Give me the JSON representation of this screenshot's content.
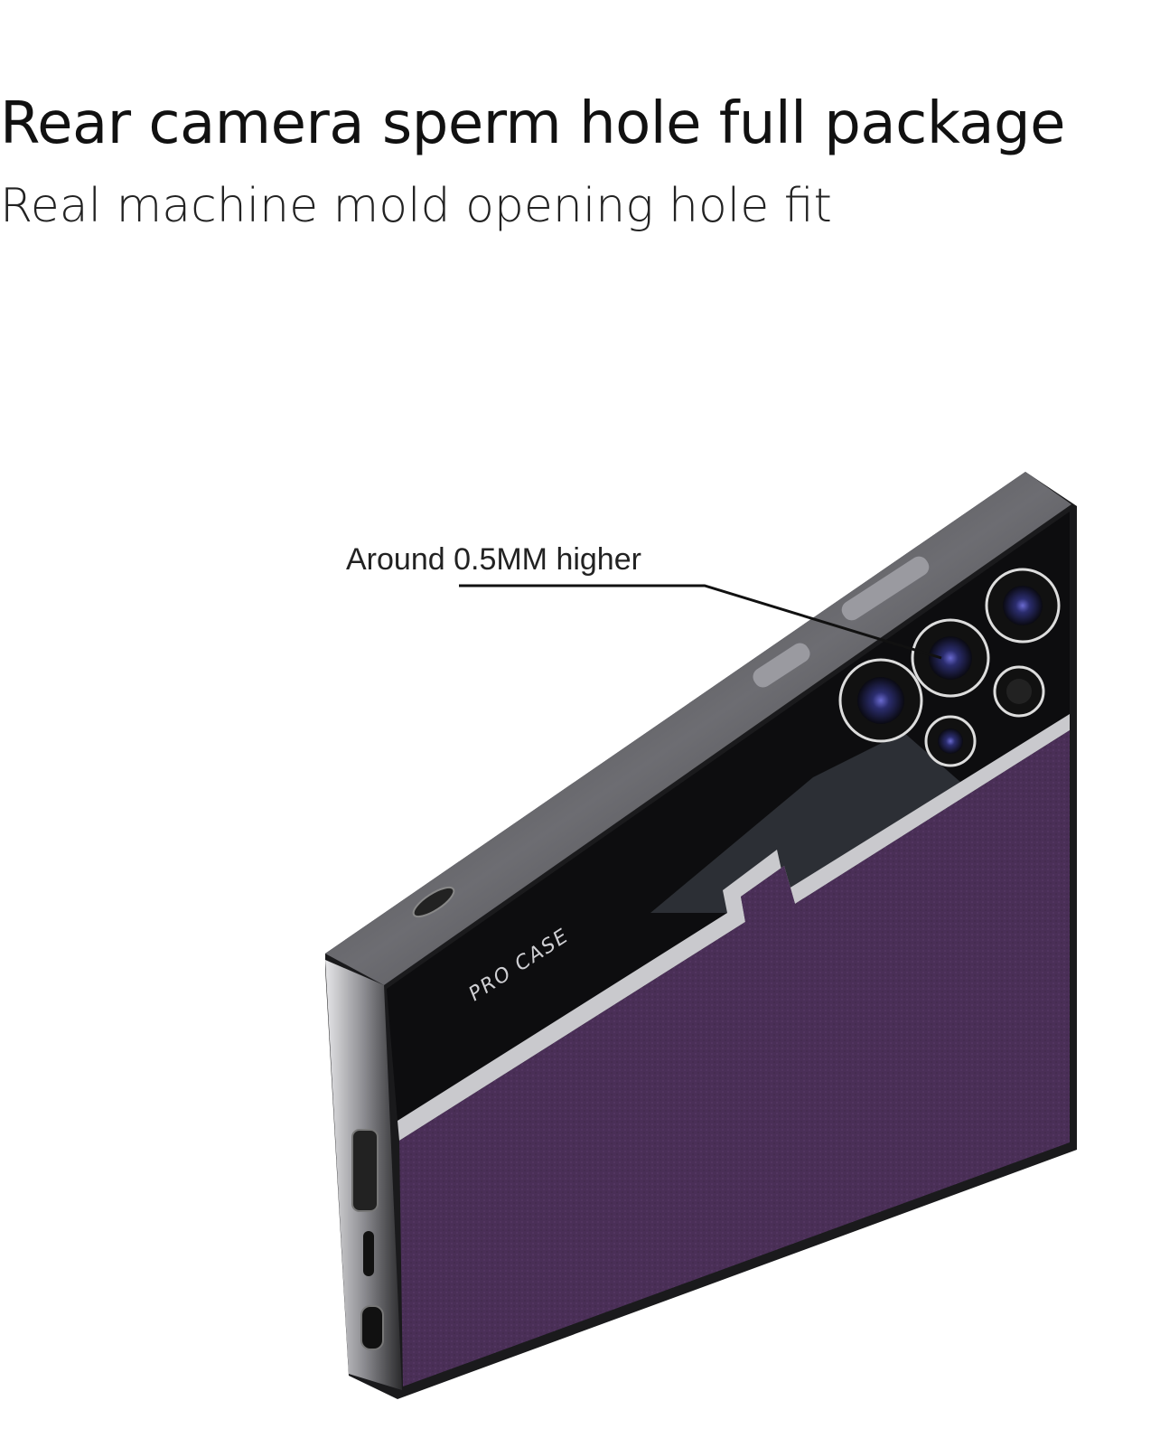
{
  "header": {
    "title": "Rear camera sperm hole full package",
    "subtitle": "Real machine mold opening hole fit"
  },
  "product": {
    "callout": "Around 0.5MM higher",
    "case_label": "PRO CASE",
    "colors": {
      "leather": "#4a2f57",
      "glass": "#0d0d0f",
      "frame": "#b8b8bc",
      "lens": "#2b2d6e"
    }
  }
}
